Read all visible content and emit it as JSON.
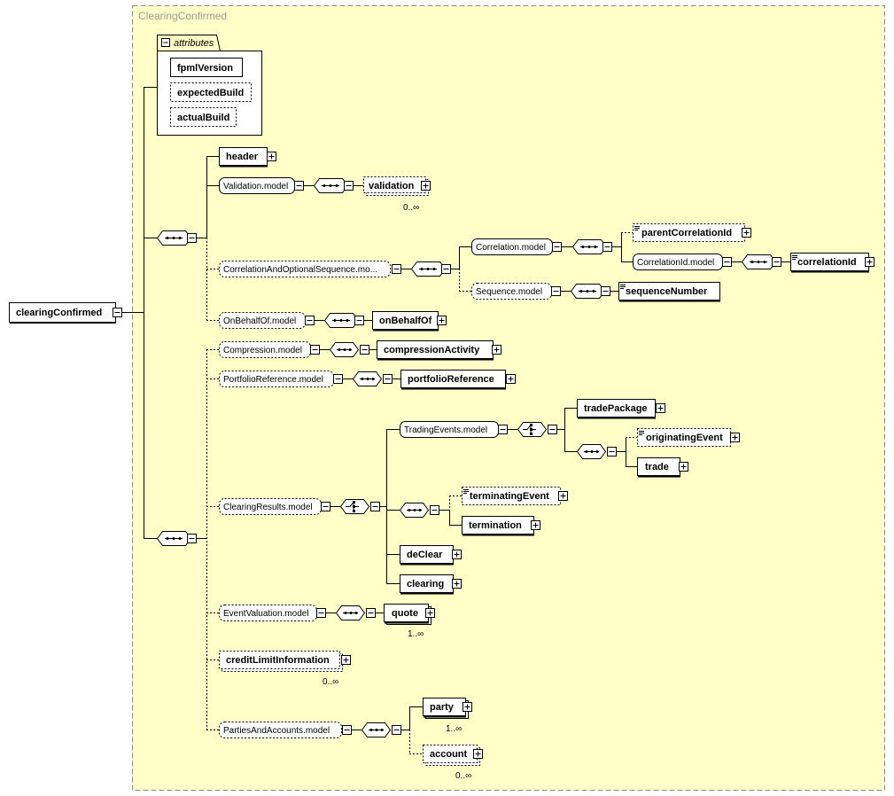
{
  "root": {
    "label": "clearingConfirmed"
  },
  "container": {
    "title": "ClearingConfirmed"
  },
  "attributes": {
    "title": "attributes",
    "items": [
      {
        "label": "fpmlVersion",
        "optional": false
      },
      {
        "label": "expectedBuild",
        "optional": true
      },
      {
        "label": "actualBuild",
        "optional": true
      }
    ]
  },
  "nodes": {
    "header": "header",
    "validation_model": "Validation.model",
    "validation": "validation",
    "validation_card": "0..∞",
    "corr_opt_seq_model": "CorrelationAndOptionalSequence.mo...",
    "correlation_model": "Correlation.model",
    "parent_correlation_id": "parentCorrelationId",
    "correlation_id_model": "CorrelationId.model",
    "correlation_id": "correlationId",
    "sequence_model": "Sequence.model",
    "sequence_number": "sequenceNumber",
    "on_behalf_of_model": "OnBehalfOf.model",
    "on_behalf_of": "onBehalfOf",
    "compression_model": "Compression.model",
    "compression_activity": "compressionActivity",
    "portfolio_reference_model": "PortfolioReference.model",
    "portfolio_reference": "portfolioReference",
    "clearing_results_model": "ClearingResults.model",
    "trading_events_model": "TradingEvents.model",
    "trade_package": "tradePackage",
    "originating_event": "originatingEvent",
    "trade": "trade",
    "terminating_event": "terminatingEvent",
    "termination": "termination",
    "de_clear": "deClear",
    "clearing": "clearing",
    "event_valuation_model": "EventValuation.model",
    "quote": "quote",
    "quote_card": "1..∞",
    "credit_limit_information": "creditLimitInformation",
    "credit_limit_card": "0..∞",
    "parties_and_accounts_model": "PartiesAndAccounts.model",
    "party": "party",
    "party_card": "1..∞",
    "account": "account",
    "account_card": "0..∞"
  },
  "colors": {
    "container_fill": "#ffffc8",
    "container_border": "#8c8c8c",
    "element_fill": "#ffffff",
    "group_fill": "#ffffff",
    "line": "#000000"
  }
}
